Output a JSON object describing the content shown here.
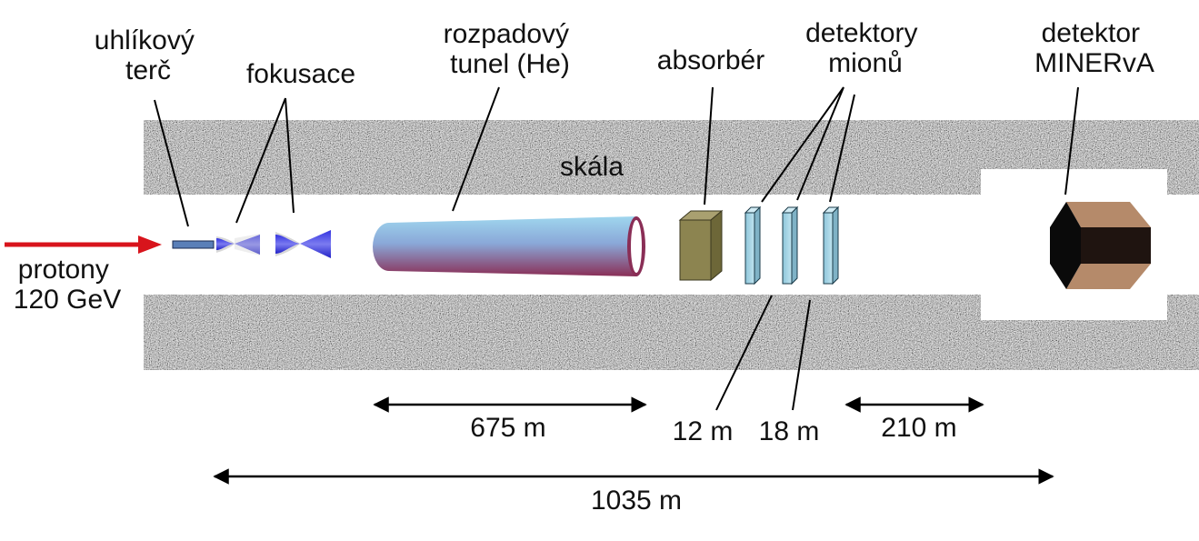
{
  "labels": {
    "target": [
      "uhlíkový",
      "terč"
    ],
    "focusing": "fokusace",
    "decay_tunnel": [
      "rozpadový",
      "tunel (He)"
    ],
    "absorber": "absorbér",
    "muon_detectors": [
      "detektory",
      "mionů"
    ],
    "minerva": [
      "detektor",
      "MINERvA"
    ],
    "rock": "skála",
    "protons": [
      "protony",
      "120 GeV"
    ]
  },
  "dimensions": {
    "tunnel": "675 m",
    "gap_12": "12 m",
    "gap_18": "18 m",
    "gap_210": "210 m",
    "total": "1035 m"
  },
  "colors": {
    "beam_arrow": "#d8141c",
    "rock_base": "#a6a6a6",
    "target": "#5a7fb8",
    "horn": "#2a2ad0",
    "tunnel_top": "#9fd6ee",
    "tunnel_bottom": "#8a2e56",
    "absorber": "#8c8450",
    "muon_detector": "#a7d3e4",
    "minerva_dark": "#1f1410",
    "minerva_light": "#b58a6a"
  }
}
